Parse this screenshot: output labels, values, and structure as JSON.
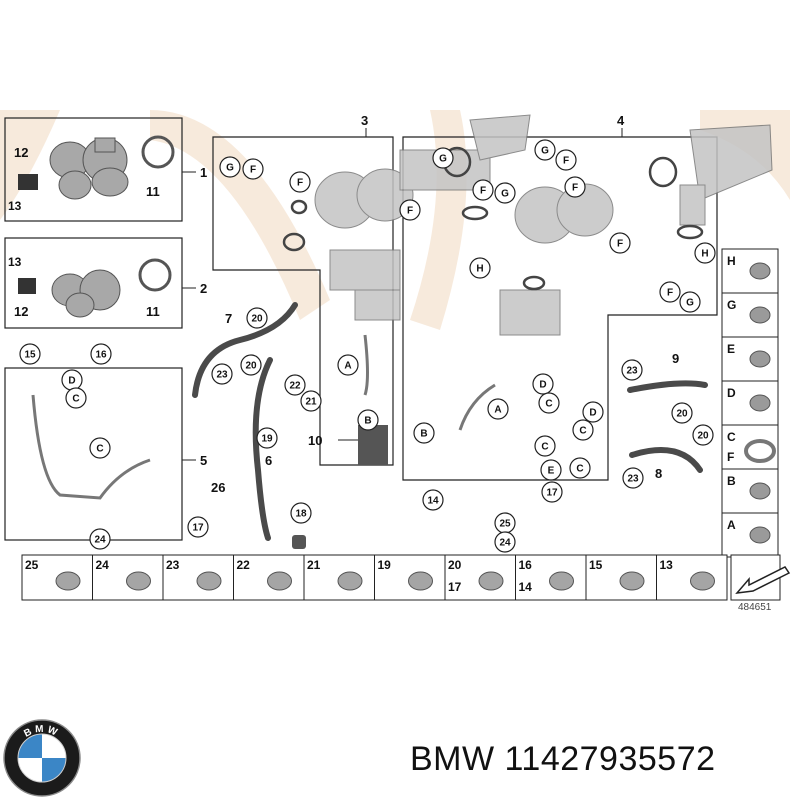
{
  "diagram": {
    "doc_number": "484651",
    "main_labels": {
      "l1": "1",
      "l2": "2",
      "l3": "3",
      "l4": "4",
      "l5": "5",
      "l6": "6",
      "l7": "7",
      "l8": "8",
      "l9": "9",
      "l10": "10",
      "l26": "26"
    },
    "assembly1": {
      "a": "12",
      "b": "13",
      "c": "11"
    },
    "assembly2": {
      "a": "13",
      "b": "12",
      "c": "11"
    },
    "callouts": {
      "G": "G",
      "F": "F",
      "H": "H",
      "A": "A",
      "B": "B",
      "C": "C",
      "D": "D",
      "E": "E",
      "n13": "13",
      "n14": "14",
      "n15": "15",
      "n16": "16",
      "n17": "17",
      "n18": "18",
      "n19": "19",
      "n20": "20",
      "n21": "21",
      "n22": "22",
      "n23": "23",
      "n24": "24",
      "n25": "25"
    },
    "legend_right": [
      "H",
      "G",
      "E",
      "D",
      "C",
      "F",
      "B",
      "A"
    ],
    "legend_bottom": [
      {
        "top": "25",
        "bottom": ""
      },
      {
        "top": "24",
        "bottom": ""
      },
      {
        "top": "23",
        "bottom": ""
      },
      {
        "top": "22",
        "bottom": ""
      },
      {
        "top": "21",
        "bottom": ""
      },
      {
        "top": "19",
        "bottom": ""
      },
      {
        "top": "20",
        "bottom": "17"
      },
      {
        "top": "16",
        "bottom": "14"
      },
      {
        "top": "15",
        "bottom": ""
      },
      {
        "top": "13",
        "bottom": ""
      }
    ]
  },
  "footer": {
    "brand_text": "BMW 11427935572",
    "logo_letters": "BMW"
  },
  "colors": {
    "watermark": "#f5e6d6",
    "part_gray": "#9a9a9a",
    "hose_dark": "#4a4a4a",
    "logo_blue": "#3b86c6",
    "logo_ring": "#1b1b1b"
  }
}
